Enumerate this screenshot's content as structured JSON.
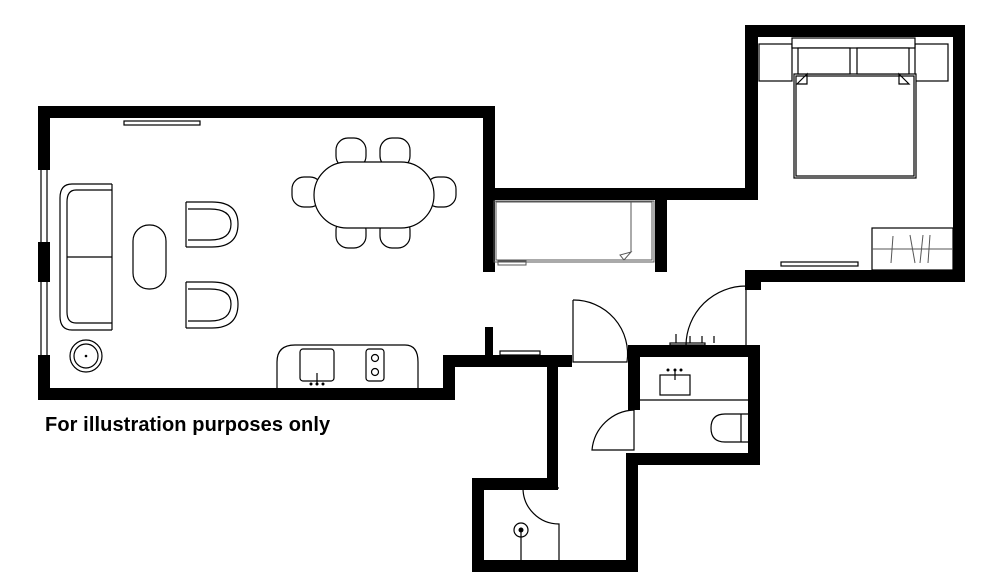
{
  "caption": "For illustration purposes only",
  "colors": {
    "walls": "#000000",
    "background": "#ffffff"
  },
  "rooms": [
    "living-dining-kitchen",
    "bedroom",
    "alcove-storage",
    "hallway",
    "bathroom-wc",
    "shower-room"
  ]
}
